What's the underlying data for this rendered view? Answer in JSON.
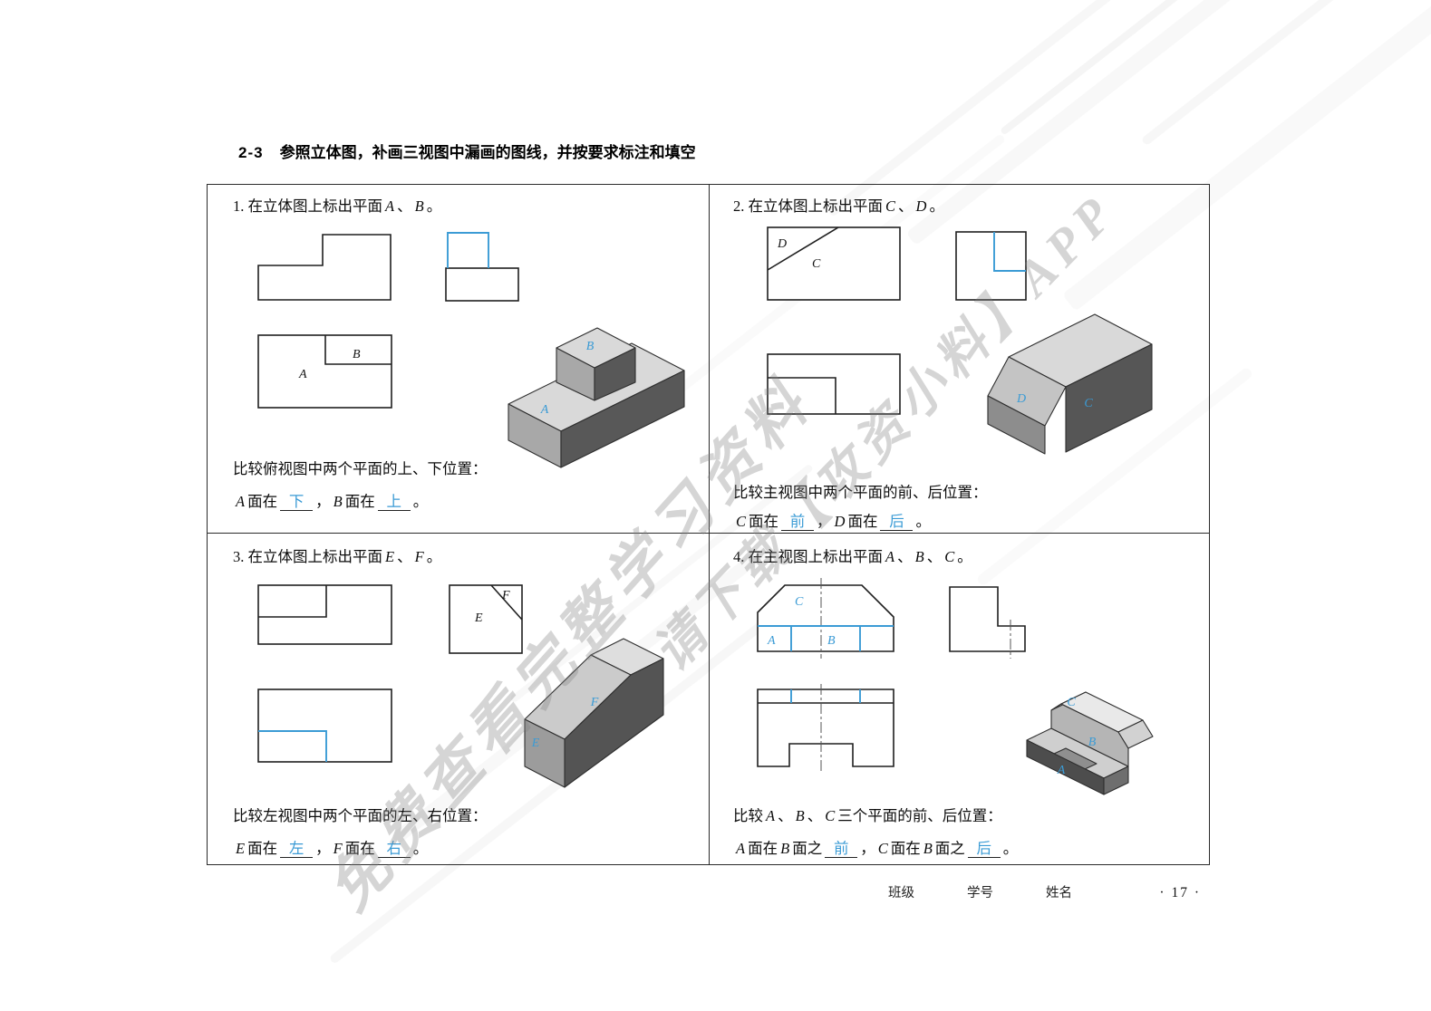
{
  "page": {
    "heading": {
      "number": "2-3",
      "title": "参照立体图，补画三视图中漏画的图线，并按要求标注和填空"
    },
    "footer": {
      "class_label": "班级",
      "student_id_label": "学号",
      "name_label": "姓名",
      "page_number": "· 17 ·"
    },
    "watermark": {
      "line1": "免费查看完整学习资料",
      "line2": "请下载【攻资小料】APP"
    }
  },
  "colors": {
    "answer_blue": "#3b9bd5",
    "line_black": "#1f1f1f"
  },
  "problems": [
    {
      "number": "1",
      "title_parts": [
        {
          "t": "1. 在立体图上标出平面"
        },
        {
          "t": "A",
          "i": 1
        },
        {
          "t": "、"
        },
        {
          "t": "B",
          "i": 1
        },
        {
          "t": "。"
        }
      ],
      "labels": {
        "view_a": "A",
        "view_b": "B",
        "iso_a": "A",
        "iso_b": "B"
      },
      "compare_parts": [
        {
          "t": "比较俯视图中两个平面的上、下位置："
        }
      ],
      "answer_parts": [
        {
          "t": "A",
          "i": 1
        },
        {
          "t": "面在"
        },
        {
          "t": "下",
          "ans": 1
        },
        {
          "t": "，"
        },
        {
          "t": "B",
          "i": 1
        },
        {
          "t": "面在"
        },
        {
          "t": "上",
          "ans": 1
        },
        {
          "t": "。"
        }
      ]
    },
    {
      "number": "2",
      "title_parts": [
        {
          "t": "2. 在立体图上标出平面"
        },
        {
          "t": "C",
          "i": 1
        },
        {
          "t": "、"
        },
        {
          "t": "D",
          "i": 1
        },
        {
          "t": "。"
        }
      ],
      "labels": {
        "view_d": "D",
        "view_c": "C",
        "iso_d": "D",
        "iso_c": "C"
      },
      "compare_parts": [
        {
          "t": "比较主视图中两个平面的前、后位置："
        }
      ],
      "answer_parts": [
        {
          "t": "C",
          "i": 1
        },
        {
          "t": "面在"
        },
        {
          "t": "前",
          "ans": 1
        },
        {
          "t": "，"
        },
        {
          "t": "D",
          "i": 1
        },
        {
          "t": "面在"
        },
        {
          "t": "后",
          "ans": 1
        },
        {
          "t": "。"
        }
      ]
    },
    {
      "number": "3",
      "title_parts": [
        {
          "t": "3. 在立体图上标出平面"
        },
        {
          "t": "E",
          "i": 1
        },
        {
          "t": "、"
        },
        {
          "t": "F",
          "i": 1
        },
        {
          "t": "。"
        }
      ],
      "labels": {
        "view_e": "E",
        "view_f": "F",
        "iso_e": "E",
        "iso_f": "F"
      },
      "compare_parts": [
        {
          "t": "比较左视图中两个平面的左、右位置："
        }
      ],
      "answer_parts": [
        {
          "t": "E",
          "i": 1
        },
        {
          "t": "面在"
        },
        {
          "t": "左",
          "ans": 1
        },
        {
          "t": "，"
        },
        {
          "t": "F",
          "i": 1
        },
        {
          "t": "面在"
        },
        {
          "t": "右",
          "ans": 1
        },
        {
          "t": "。"
        }
      ]
    },
    {
      "number": "4",
      "title_parts": [
        {
          "t": "4. 在主视图上标出平面"
        },
        {
          "t": "A",
          "i": 1
        },
        {
          "t": "、"
        },
        {
          "t": "B",
          "i": 1
        },
        {
          "t": "、"
        },
        {
          "t": "C",
          "i": 1
        },
        {
          "t": "。"
        }
      ],
      "labels": {
        "view_a": "A",
        "view_b": "B",
        "view_c": "C",
        "iso_a": "A",
        "iso_b": "B",
        "iso_c": "C"
      },
      "compare_parts": [
        {
          "t": "比较"
        },
        {
          "t": "A",
          "i": 1
        },
        {
          "t": "、"
        },
        {
          "t": "B",
          "i": 1
        },
        {
          "t": "、"
        },
        {
          "t": "C",
          "i": 1
        },
        {
          "t": "三个平面的前、后位置："
        }
      ],
      "answer_parts": [
        {
          "t": "A",
          "i": 1
        },
        {
          "t": "面在"
        },
        {
          "t": "B",
          "i": 1
        },
        {
          "t": "面之"
        },
        {
          "t": "前",
          "ans": 1
        },
        {
          "t": "，"
        },
        {
          "t": "C",
          "i": 1
        },
        {
          "t": "面在"
        },
        {
          "t": "B",
          "i": 1
        },
        {
          "t": "面之"
        },
        {
          "t": "后",
          "ans": 1
        },
        {
          "t": "。"
        }
      ]
    }
  ]
}
